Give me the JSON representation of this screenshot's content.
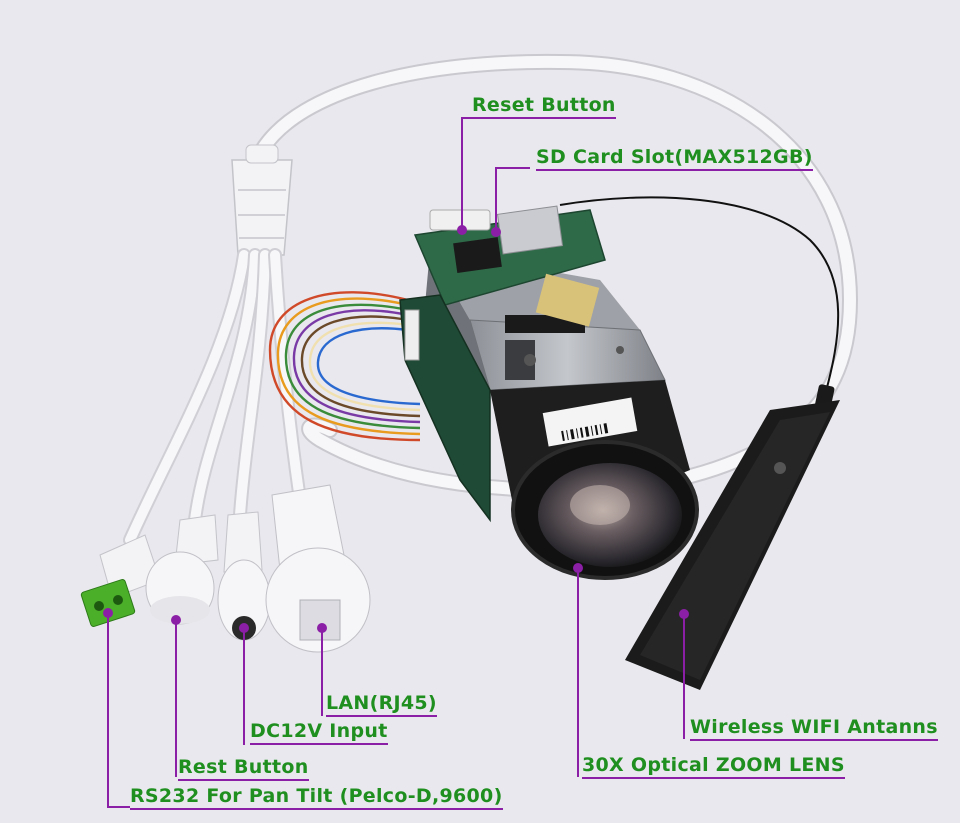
{
  "colors": {
    "label_text": "#1f8f1f",
    "leader_line": "#8b1fa6",
    "background": "#e9e8ee",
    "cable": "#f4f4f6",
    "pcb": "#2f6a48",
    "lens_body": "#161616",
    "antenna": "#1b1b1b",
    "terminal_block": "#4caf2a"
  },
  "labels": {
    "reset_button": "Reset Button",
    "sd_card_slot": "SD Card Slot(MAX512GB)",
    "lan": "LAN(RJ45)",
    "dc_input": "DC12V Input",
    "rest_button": "Rest Button",
    "rs232": "RS232 For Pan Tilt (Pelco-D,9600)",
    "wifi_antenna": "Wireless WIFI Antanns",
    "zoom_lens": "30X Optical ZOOM LENS"
  }
}
